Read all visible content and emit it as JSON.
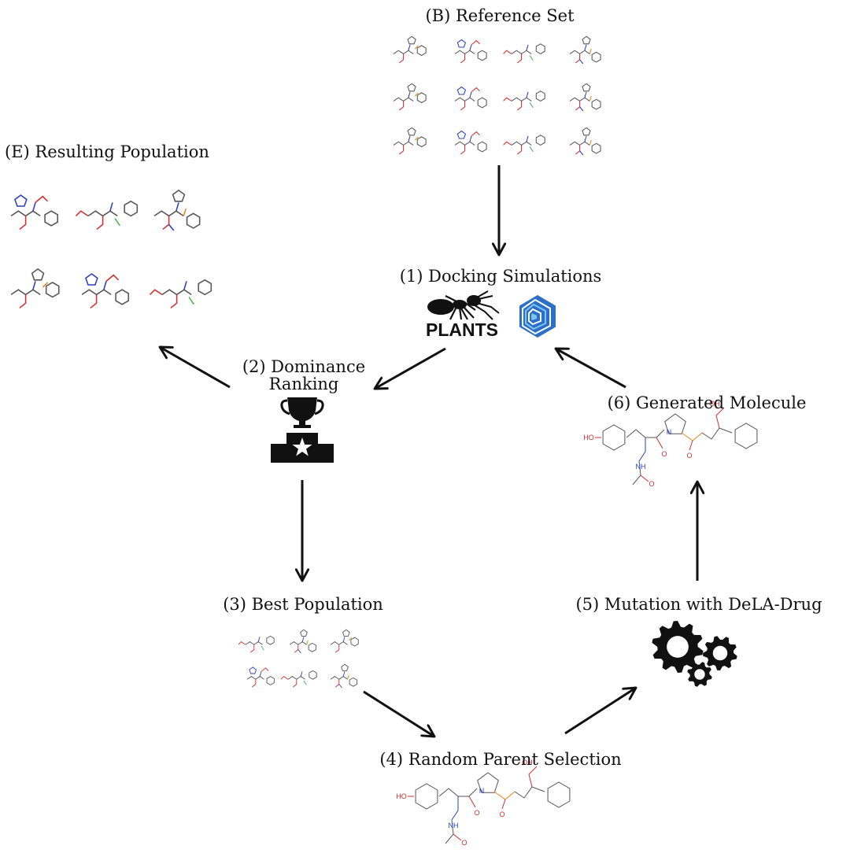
{
  "nodes": {
    "reference_set": {
      "label": "(B) Reference Set"
    },
    "docking": {
      "label": "(1) Docking Simulations",
      "plants_logo_text": "PLANTS"
    },
    "resulting_population": {
      "label": "(E) Resulting Population"
    },
    "dominance": {
      "label": "(2) Dominance Ranking"
    },
    "generated": {
      "label": "(6) Generated Molecule"
    },
    "best_population": {
      "label": "(3) Best Population"
    },
    "mutation": {
      "label": "(5) Mutation with DeLA-Drug"
    },
    "parent_selection": {
      "label": "(4) Random Parent Selection"
    }
  },
  "atoms": {
    "hydroxyl": "HO",
    "amine": "NH",
    "nitrogen": "N",
    "oxygen": "O",
    "acid": "OH"
  },
  "colors": {
    "ink": "#111111",
    "bond": "#555555",
    "oxygen": "#d03030",
    "nitrogen": "#2a3fbf",
    "phosphorus": "#e08a1e",
    "fluorine": "#4caf50",
    "gem_outer": "#2b6fc8",
    "gem_inner": "#7fc4f0"
  }
}
